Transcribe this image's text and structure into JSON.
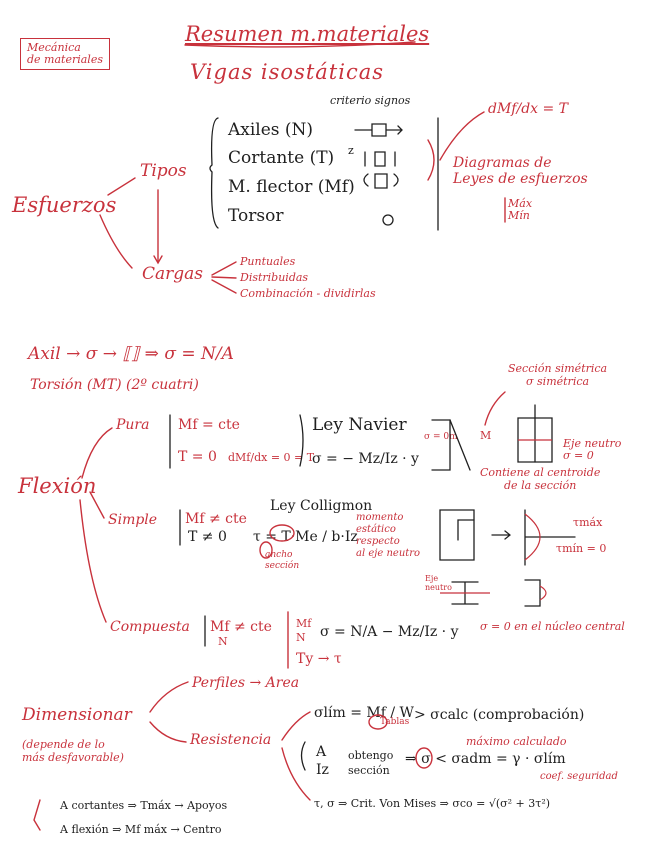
{
  "colors": {
    "accent": "#c8323c",
    "ink": "#202020"
  },
  "tag": [
    "Mecánica",
    "de materiales"
  ],
  "header": {
    "title": "Resumen m.materiales",
    "subtitle": "Vigas isostáticas"
  },
  "esfuerzos": {
    "root": "Esfuerzos",
    "tipos": "Tipos",
    "criterio": "criterio signos",
    "items": [
      "Axiles (N)",
      "Cortante (T)",
      "M. flector (Mf)",
      "Torsor"
    ],
    "item_super": "z",
    "dmf": "dMf/dx = T",
    "diagramas": [
      "Diagramas de",
      "Leyes de esfuerzos"
    ],
    "maxmin": [
      "Máx",
      "Mín"
    ],
    "cargas": "Cargas",
    "cargas_items": [
      "Puntuales",
      "Distribuidas",
      "Combinación - dividirlas"
    ]
  },
  "axil": {
    "line": "Axil → σ → ⟦⟧ ⇒ σ = N/A",
    "torsion": "Torsión (MT) (2º cuatri)"
  },
  "flexion": {
    "root": "Flexión",
    "pura": {
      "label": "Pura",
      "c1": "Mf = cte",
      "c2": "T = 0",
      "c3": "dMf/dx = 0 = T",
      "law": "Ley Navier",
      "formula": "σ = − Mz/Iz · y",
      "sec_sim": [
        "Sección simétrica",
        "σ simétrica"
      ],
      "eje": [
        "Eje neutro",
        "σ = 0"
      ],
      "contiene": [
        "Contiene al centroide",
        "de la sección"
      ],
      "sigma_label": "σ = 0m",
      "m": "M"
    },
    "simple": {
      "label": "Simple",
      "c1": "Mf ≠ cte",
      "c2": "T ≠ 0",
      "law": "Ley Colligmon",
      "formula": "τ = T·Me / b·Iz",
      "ancho": [
        "ancho",
        "sección"
      ],
      "momento": [
        "momento",
        "estático",
        "respecto",
        "al eje neutro"
      ],
      "tmax": "τmáx",
      "tmin": "τmín = 0",
      "eje": [
        "Eje",
        "neutro"
      ]
    },
    "compuesta": {
      "label": "Compuesta",
      "c1": "Mf ≠ cte",
      "c2": "N",
      "inner1": "Mf",
      "inner2": "N",
      "inner3": "Ty → τ",
      "formula": "σ = N/A − Mz/Iz · y",
      "nucleo": "σ = 0 en el núcleo central"
    }
  },
  "dimensionar": {
    "root": "Dimensionar",
    "note": [
      "(depende de lo",
      "más desfavorable)"
    ],
    "perfiles": "Perfiles → Area",
    "resistencia": "Resistencia",
    "r1": "σlím = Mf / W",
    "tablas": "Tablas",
    "r1b": "> σcalc   (comprobación)",
    "r2a": "A",
    "r2b": "Iz",
    "r2c": "obtengo",
    "r2d": "sección",
    "r2e": "⇒ σ < σadm = γ · σlím",
    "maximo": "máximo calculado",
    "coef": "coef. seguridad",
    "r3": "τ, σ ⇒ Crit. Von Mises ⇒ σco = √(σ² + 3τ²)",
    "a1": "A cortantes ⇒ Tmáx → Apoyos",
    "a2": "A flexión ⇒ Mf máx → Centro"
  }
}
